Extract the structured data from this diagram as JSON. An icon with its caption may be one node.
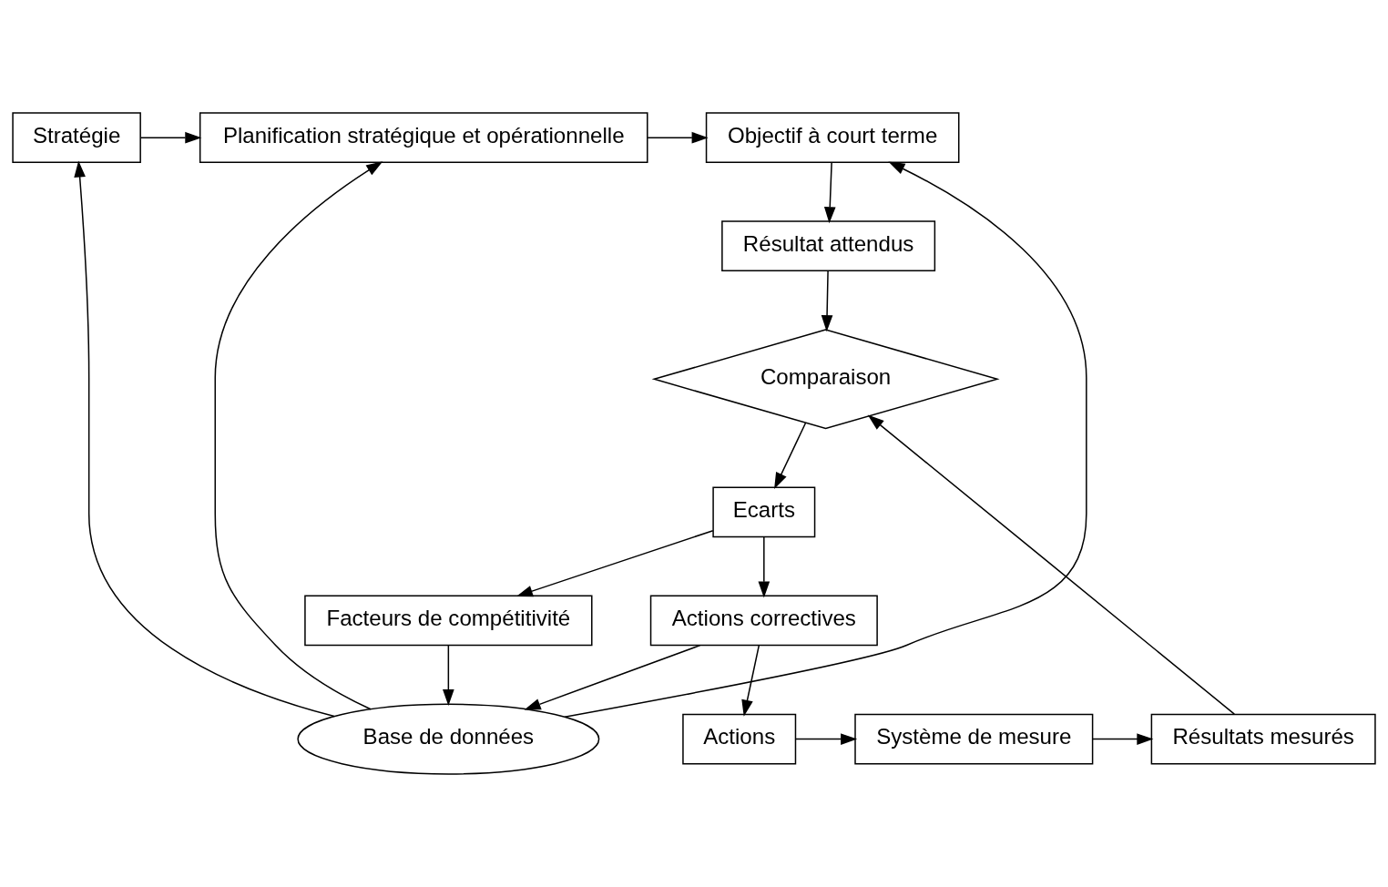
{
  "diagram": {
    "nodes": [
      {
        "text": [
          "Stratégie"
        ]
      },
      {
        "text": [
          "Planification stratégique et opérationnelle"
        ]
      },
      {
        "text": [
          "Objectif à court terme"
        ]
      },
      {
        "text": [
          "Résultat attendus"
        ]
      },
      {
        "text": [
          "Facteurs de compétitivité"
        ]
      },
      {
        "text": [
          "Ecarts"
        ]
      },
      {
        "text": [
          "Comparaison"
        ]
      },
      {
        "text": [
          "Base de données"
        ]
      },
      {
        "text": [
          "Actions correctives"
        ]
      },
      {
        "text": [
          "Actions"
        ]
      },
      {
        "text": [
          "Système de mesure"
        ]
      },
      {
        "text": [
          "Résultats mesurés"
        ]
      }
    ],
    "edges": [
      {
        "from": 7,
        "to": 0,
        "arrow": "to"
      },
      {
        "from": 7,
        "to": 1,
        "arrow": "to"
      },
      {
        "from": 7,
        "to": 2,
        "arrow": "to"
      },
      {
        "from": 0,
        "to": 1,
        "arrow": "to"
      },
      {
        "from": 1,
        "to": 2,
        "arrow": "to"
      },
      {
        "from": 2,
        "to": 3,
        "arrow": "to"
      },
      {
        "from": 3,
        "to": 6,
        "arrow": "to"
      },
      {
        "from": 6,
        "to": 5,
        "arrow": "to"
      },
      {
        "from": 5,
        "to": 4,
        "arrow": "to"
      },
      {
        "from": 5,
        "to": 8,
        "arrow": "to"
      },
      {
        "from": 4,
        "to": 7,
        "arrow": "to"
      },
      {
        "from": 8,
        "to": 7,
        "arrow": "to"
      },
      {
        "from": 8,
        "to": 9,
        "arrow": "to"
      },
      {
        "from": 9,
        "to": 10,
        "arrow": "to"
      },
      {
        "from": 10,
        "to": 11,
        "arrow": "to"
      },
      {
        "from": 11,
        "to": 6,
        "arrow": "to"
      }
    ]
  }
}
